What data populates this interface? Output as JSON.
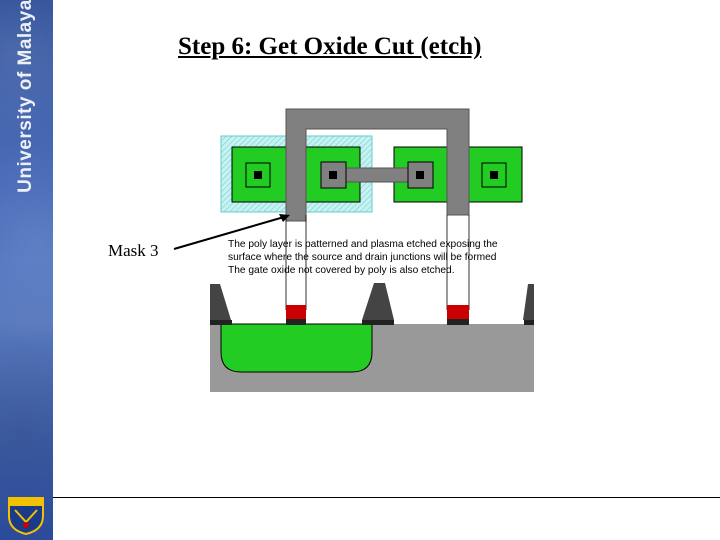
{
  "slide": {
    "title": "Step 6: Get Oxide Cut (etch)",
    "institution": "University of Malaya"
  },
  "diagram": {
    "mask_label": "Mask 3",
    "description": [
      "The poly layer is patterned and plasma etched exposing the",
      "surface where the source and drain junctions will be formed",
      "The gate oxide not covered by poly is also etched."
    ]
  },
  "colors": {
    "sidebar": "#2d4fa3",
    "active_area": "#22cc22",
    "well": "#22cc22",
    "poly": "#808080",
    "field_oxide": "#444444",
    "gate_oxide": "#cc0000",
    "substrate": "#999999",
    "well_boundary": "#aaeeee"
  },
  "icons": [
    "university-crest-icon"
  ]
}
